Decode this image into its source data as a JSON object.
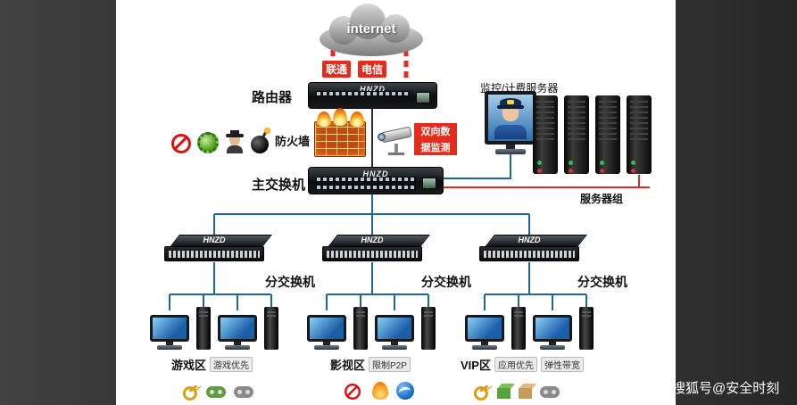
{
  "watermark": "搜狐号@安全时刻",
  "cloud": {
    "label": "internet"
  },
  "isp": {
    "left": "联通",
    "right": "电信"
  },
  "router": {
    "label": "路由器",
    "brand": "HNZD"
  },
  "monitor_server": {
    "label": "监控/计费服务器"
  },
  "firewall": {
    "label": "防火墙"
  },
  "dpi": {
    "line1": "双向数",
    "line2": "据监测"
  },
  "main_switch": {
    "label": "主交换机",
    "brand": "HNZD"
  },
  "server_group": {
    "label": "服务器组"
  },
  "sub_switch": {
    "label": "分交换机",
    "brand": "HNZD"
  },
  "zones": [
    {
      "name": "游戏区",
      "tags": [
        "游戏优先"
      ]
    },
    {
      "name": "影视区",
      "tags": [
        "限制P2P"
      ]
    },
    {
      "name": "VIP区",
      "tags": [
        "应用优先",
        "弹性带宽"
      ]
    }
  ],
  "icons": {
    "threats": [
      "block-icon",
      "virus-icon",
      "spy-icon",
      "bomb-icon"
    ],
    "camera": "cctv-camera-icon",
    "officer": "police-officer-icon",
    "zone_game": [
      "key-icon",
      "gamepad-icon",
      "gamepad-icon"
    ],
    "zone_movie": [
      "block-icon",
      "fire-icon",
      "thunder-icon"
    ],
    "zone_vip": [
      "key-icon",
      "box-icon",
      "box-icon",
      "gamepad-icon"
    ]
  },
  "colors": {
    "accent_red": "#e32b1e",
    "line_blue": "#1a6a92",
    "canvas": "#ffffff",
    "frame_dark": "#353535"
  }
}
